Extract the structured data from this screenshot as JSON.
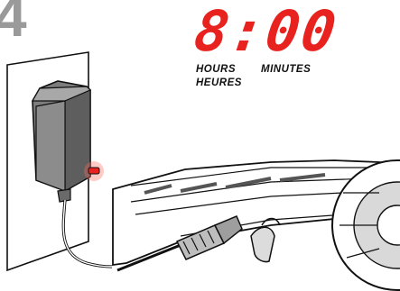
{
  "step": {
    "number": "4"
  },
  "timer": {
    "display": "8:00",
    "hours_label": "HOURS",
    "minutes_label": "MINUTES",
    "heures_label": "HEURES",
    "display_color": "#e8231f"
  },
  "illustration": {
    "charger_icon": "wall-charger-icon",
    "scooter_icon": "scooter-deck-icon",
    "plug_icon": "charging-plug-icon",
    "indicator_color": "#e8231f"
  }
}
